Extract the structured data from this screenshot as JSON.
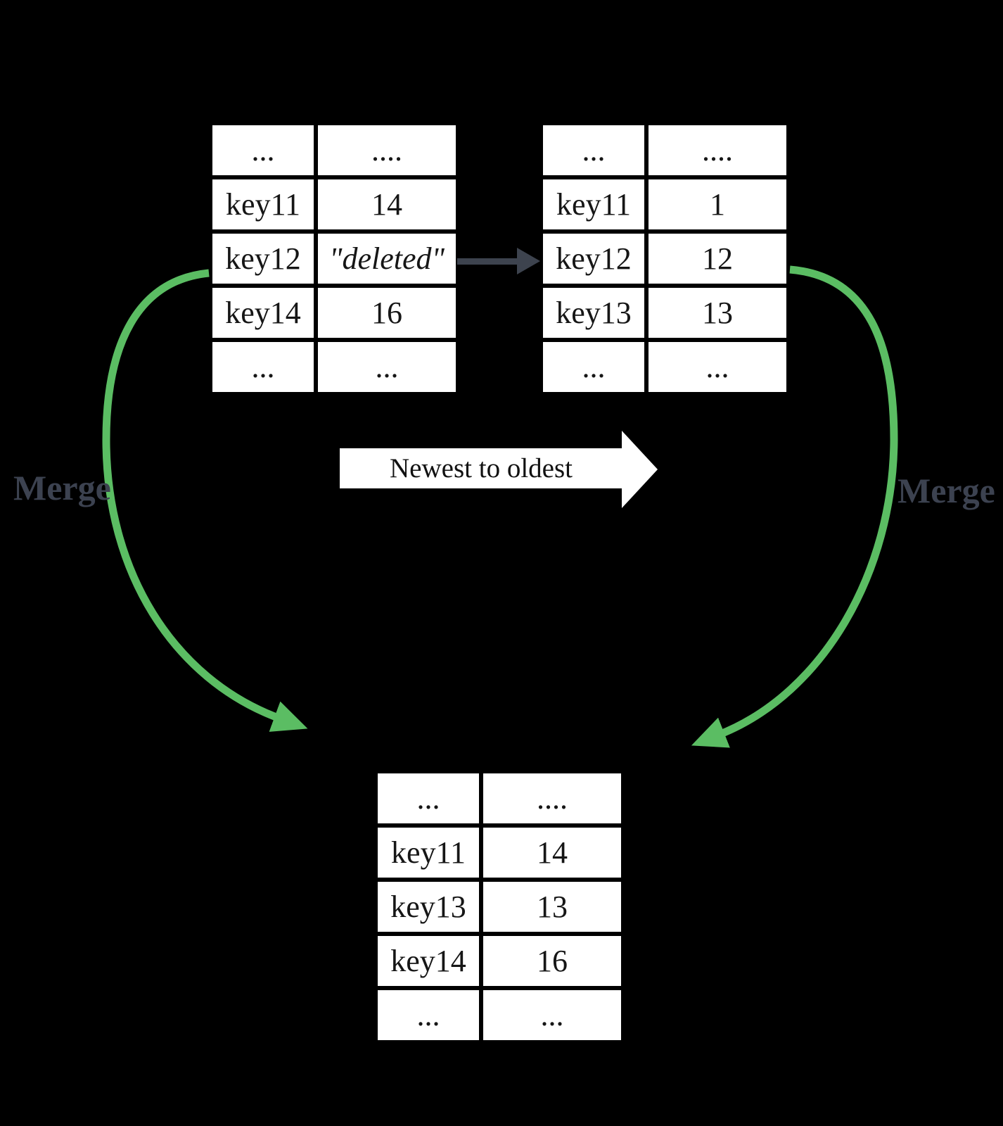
{
  "labels": {
    "merge_left": "Merge",
    "merge_right": "Merge",
    "newest_to_oldest": "Newest to oldest"
  },
  "colors": {
    "background": "#000000",
    "merge_arrow_green": "#5bbd63",
    "tombstone_arrow_dark": "#3d434e",
    "merge_label_text": "#3c4250",
    "cell_background": "#ffffff",
    "cell_text": "#161616"
  },
  "tables": {
    "top_left": {
      "rows": [
        {
          "key": "...",
          "value": "...."
        },
        {
          "key": "key11",
          "value": "14"
        },
        {
          "key": "key12",
          "value": "\"deleted\""
        },
        {
          "key": "key14",
          "value": "16"
        },
        {
          "key": "...",
          "value": "..."
        }
      ]
    },
    "top_right": {
      "rows": [
        {
          "key": "...",
          "value": "...."
        },
        {
          "key": "key11",
          "value": "1"
        },
        {
          "key": "key12",
          "value": "12"
        },
        {
          "key": "key13",
          "value": "13"
        },
        {
          "key": "...",
          "value": "..."
        }
      ]
    },
    "merged": {
      "rows": [
        {
          "key": "...",
          "value": "...."
        },
        {
          "key": "key11",
          "value": "14"
        },
        {
          "key": "key13",
          "value": "13"
        },
        {
          "key": "key14",
          "value": "16"
        },
        {
          "key": "...",
          "value": "..."
        }
      ]
    }
  }
}
